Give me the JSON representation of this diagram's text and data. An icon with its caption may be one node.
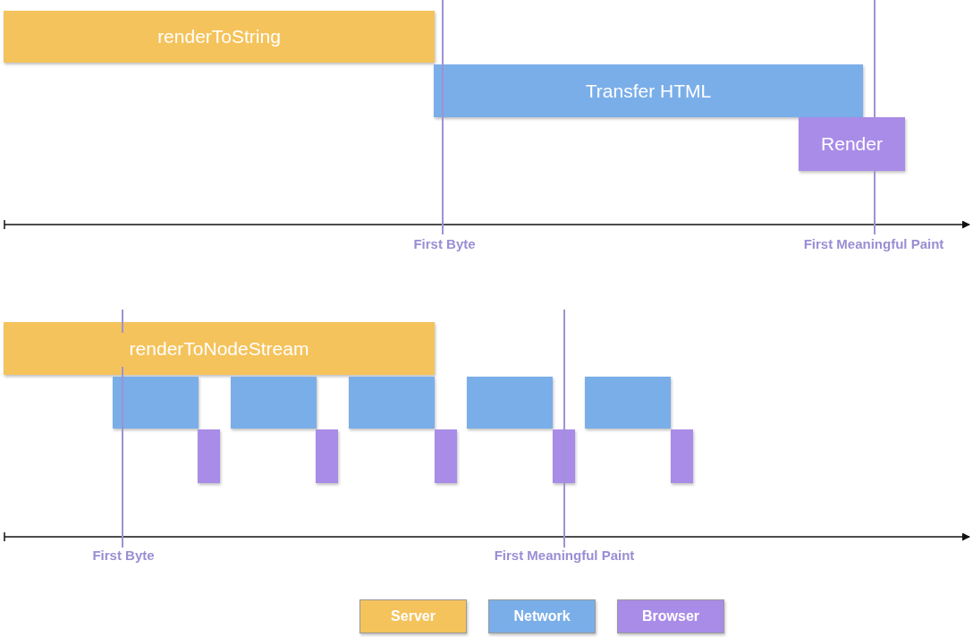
{
  "diagram": {
    "nodes": [
      {
        "text": [
          "renderToString"
        ]
      },
      {
        "text": [
          "Transfer HTML"
        ]
      },
      {
        "text": [
          "Render"
        ]
      },
      {
        "text": [
          "renderToNodeStream"
        ]
      },
      {
        "text": [],
        "shape": "box"
      },
      {
        "text": [],
        "shape": "box"
      },
      {
        "text": [],
        "shape": "box"
      },
      {
        "text": [],
        "shape": "box"
      },
      {
        "text": [],
        "shape": "box"
      },
      {
        "text": [],
        "shape": "box"
      },
      {
        "text": [],
        "shape": "box"
      },
      {
        "text": [],
        "shape": "box"
      },
      {
        "text": [],
        "shape": "box"
      },
      {
        "text": [],
        "shape": "box"
      }
    ],
    "edges": [],
    "labels": [
      "First Byte",
      "First Meaningful Paint",
      "First Byte",
      "First Meaningful Paint"
    ],
    "legend": [
      {
        "text": "Server",
        "color": "#f5c35c"
      },
      {
        "text": "Network",
        "color": "#7aaee8"
      },
      {
        "text": "Browser",
        "color": "#a98ce8"
      }
    ]
  }
}
